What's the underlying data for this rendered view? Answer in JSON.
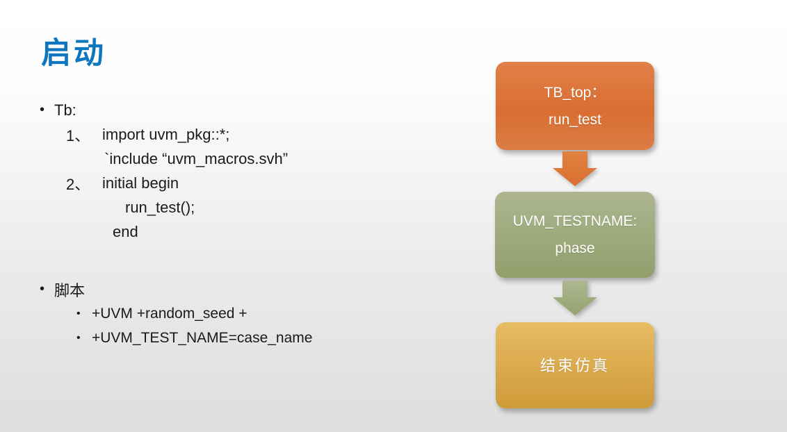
{
  "page": {
    "title": "启动"
  },
  "colors": {
    "title_blue": "#0e76bf",
    "body_text": "#1a1a1a",
    "background_top": "#ffffff",
    "background_bottom": "#dedede",
    "node_orange_top": "#e28049",
    "node_orange_bottom": "#dc7c46",
    "node_green_top": "#adb690",
    "node_green_bottom": "#939e6c",
    "node_gold_top": "#e6bc64",
    "node_gold_bottom": "#ce9b3a",
    "arrow_orange": "#db7334",
    "arrow_green": "#a3ae81",
    "node_text": "#ffffff"
  },
  "content": {
    "sections": [
      {
        "marker": "•",
        "label": "Tb:",
        "code_lines": [
          {
            "num": "1、",
            "text": "import uvm_pkg::*;"
          },
          {
            "num": "",
            "text": "`include “uvm_macros.svh”"
          },
          {
            "num": "2、",
            "text": "initial begin"
          },
          {
            "num": "",
            "text": "run_test();"
          },
          {
            "num": "",
            "text": "end"
          }
        ]
      },
      {
        "marker": "•",
        "label": "脚本",
        "items": [
          {
            "marker": "•",
            "text": "+UVM +random_seed +"
          },
          {
            "marker": "•",
            "text": "+UVM_TEST_NAME=case_name"
          }
        ]
      }
    ]
  },
  "flowchart": {
    "nodes": [
      {
        "line1": "TB_top：",
        "line2": "run_test"
      },
      {
        "line1": "UVM_TESTNAME:",
        "line2": "phase"
      },
      {
        "line1": "结束仿真",
        "line2": ""
      }
    ]
  }
}
